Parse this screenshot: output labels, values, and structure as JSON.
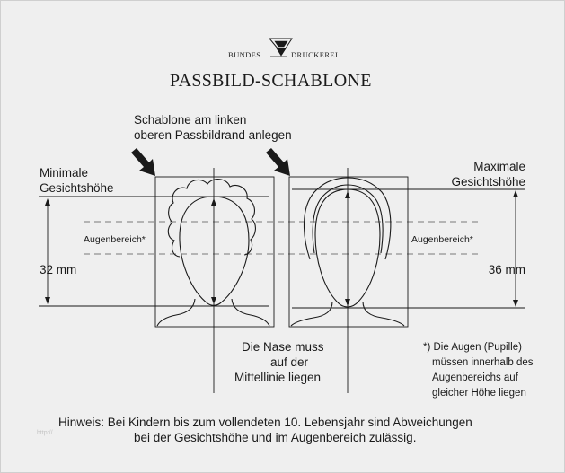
{
  "logo": {
    "left": "BUNDES",
    "right": "DRUCKEREI"
  },
  "title": "PASSBILD-SCHABLONE",
  "instruction": {
    "line1": "Schablone am linken",
    "line2": "oberen Passbildrand anlegen"
  },
  "min_height": {
    "label_line1": "Minimale",
    "label_line2": "Gesichtshöhe",
    "value": "32 mm"
  },
  "max_height": {
    "label_line1": "Maximale",
    "label_line2": "Gesichtshöhe",
    "value": "36 mm"
  },
  "eye_area_label": "Augenbereich*",
  "nose_note": {
    "line1": "Die Nase muss",
    "line2": "auf der",
    "line3": "Mittellinie liegen"
  },
  "eyes_footnote": {
    "line1": "*) Die Augen (Pupille)",
    "line2": "müssen innerhalb des",
    "line3": "Augenbereichs auf",
    "line4": "gleicher Höhe liegen"
  },
  "hint": {
    "line1": "Hinweis: Bei Kindern bis zum vollendeten 10. Lebensjahr sind Abweichungen",
    "line2": "bei der Gesichtshöhe und im Augenbereich zulässig."
  },
  "watermark": "http://",
  "colors": {
    "background": "#efefef",
    "ink": "#1a1a1a",
    "dashed": "#7a7a7a"
  }
}
